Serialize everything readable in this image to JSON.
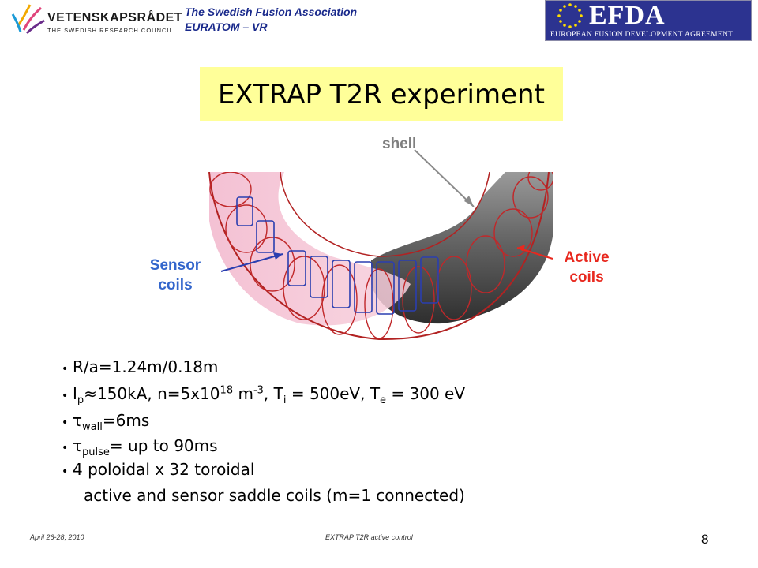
{
  "header": {
    "vr_name": "VETENSKAPSRÅDET",
    "vr_sub": "THE SWEDISH RESEARCH COUNCIL",
    "assoc_line1": "The Swedish Fusion Association",
    "assoc_line2": "EURATOM – VR",
    "efda_title": "EFDA",
    "efda_sub": "EUROPEAN FUSION DEVELOPMENT AGREEMENT"
  },
  "slide": {
    "title": "EXTRAP T2R experiment",
    "labels": {
      "shell": "shell",
      "sensor_line1": "Sensor",
      "sensor_line2": "coils",
      "active_line1": "Active",
      "active_line2": "coils"
    },
    "bullets": {
      "b1": "R/a=1.24m/0.18m",
      "b2": {
        "I": "I",
        "p": "p",
        "approx": "≈",
        "rest1": "150kA, n=5x10",
        "exp18": "18",
        "m": " m",
        "expm3": "-3",
        "ti": ", T",
        "i": "i",
        "ti_val": " = 500eV, T",
        "e": "e",
        "te_val": " = 300 eV"
      },
      "b3": {
        "tau": "τ",
        "sub": "wall",
        "val": "=6ms"
      },
      "b4": {
        "tau": "τ",
        "sub": "pulse",
        "val": "= up to 90ms"
      },
      "b5_line1": "4 poloidal x 32 toroidal",
      "b5_line2": "active and sensor saddle coils (m=1 connected)"
    }
  },
  "footer": {
    "date": "April 26-28, 2010",
    "center": "EXTRAP T2R active control",
    "page": "8"
  },
  "colors": {
    "title_bg": "#ffff99",
    "efda_bg": "#2c3390",
    "assoc_text": "#1a2a8c",
    "shell_label": "#7f7f7f",
    "sensor_label": "#3366cc",
    "active_label": "#e8281e"
  }
}
